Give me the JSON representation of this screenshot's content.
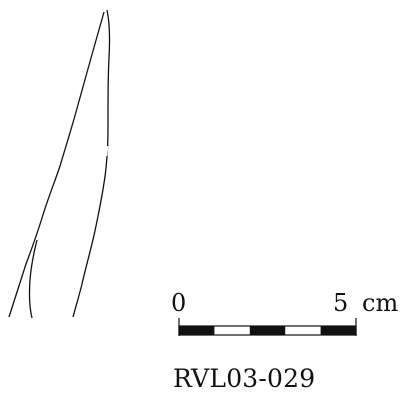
{
  "scale_bar": {
    "start_label": "0",
    "end_value": "5",
    "unit": "cm",
    "segments": 5
  },
  "catalogue_id": "RVL03-029",
  "colors": {
    "ink": "#111111",
    "background": "#ffffff"
  }
}
